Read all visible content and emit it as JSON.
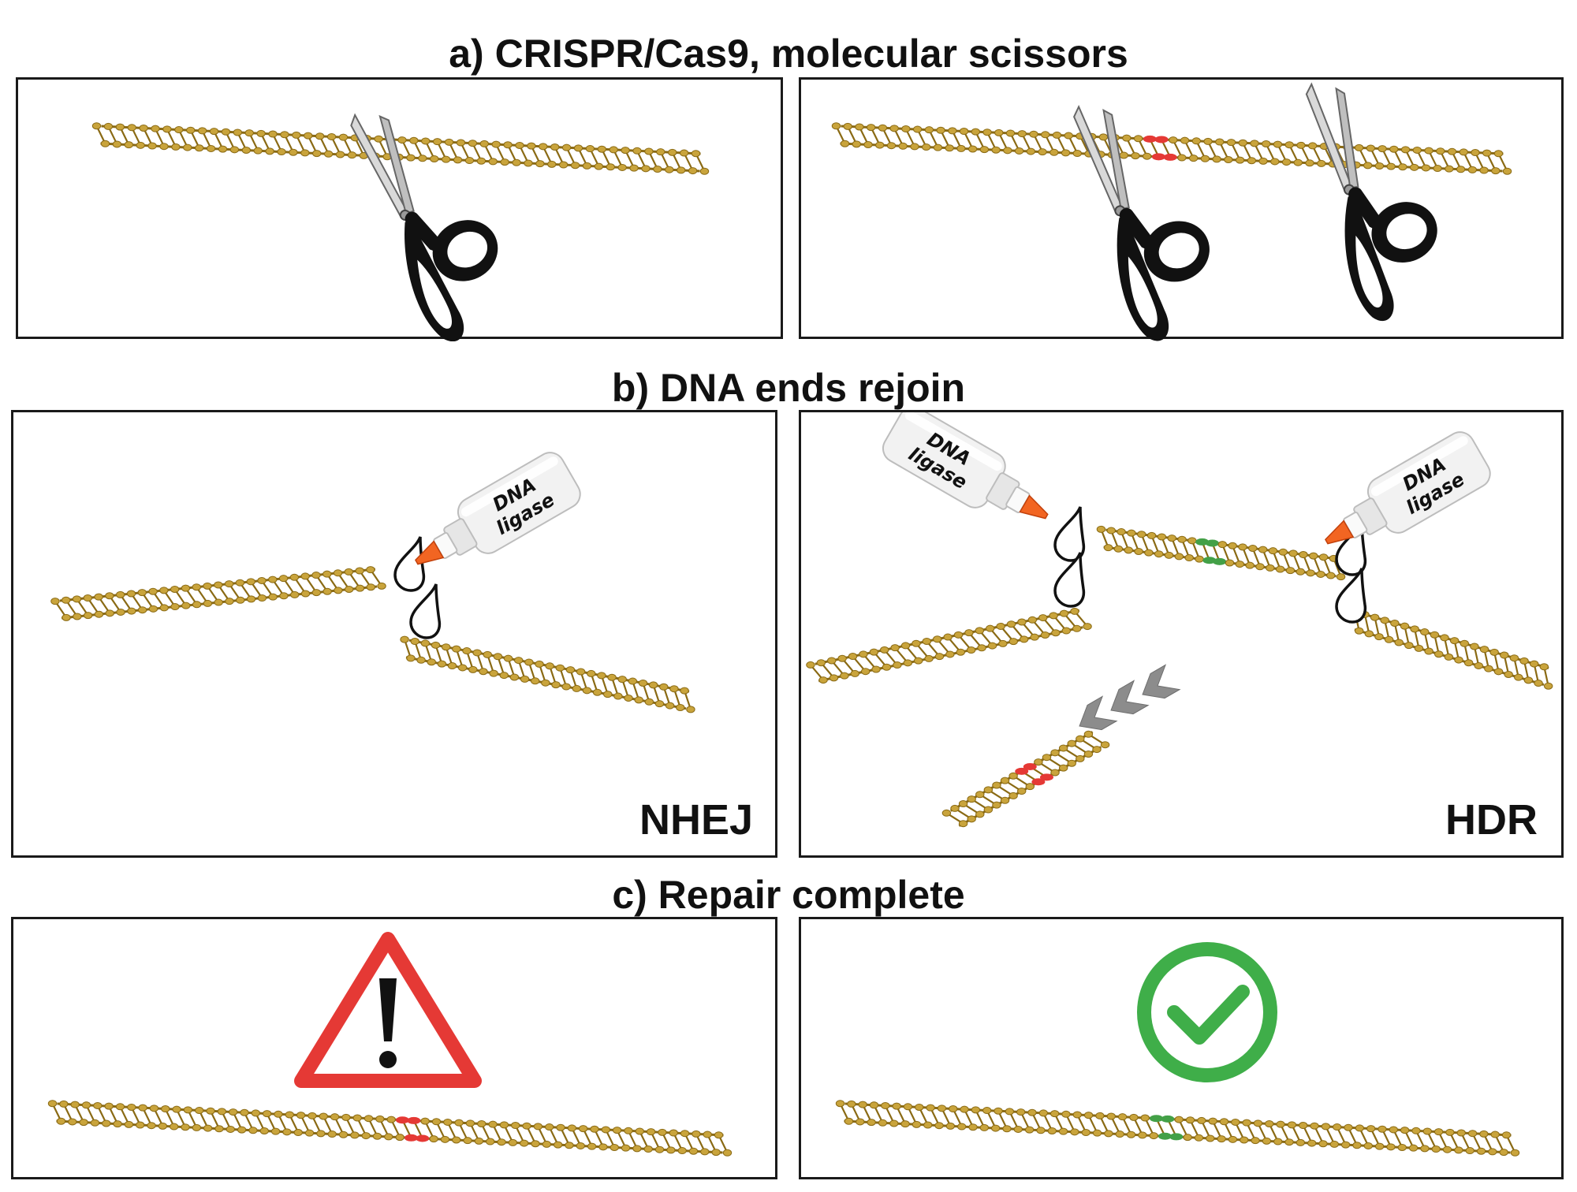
{
  "sections": [
    {
      "title": "a) CRISPR/Cas9, molecular scissors"
    },
    {
      "title": "b) DNA ends rejoin"
    },
    {
      "title": "c) Repair complete"
    }
  ],
  "panels": {
    "nhej_label": "NHEJ",
    "hdr_label": "HDR"
  },
  "bottle_label": [
    "DNA",
    "ligase"
  ],
  "icons": {
    "scissors": "scissors-icon",
    "glue_bottle": "glue-bottle-icon",
    "drop": "drop-icon",
    "warning": "warning-icon",
    "check": "check-circle-icon",
    "chevrons": "chevron-left-icon"
  },
  "colors": {
    "dna": "#c9a43c",
    "dna_dark": "#8a6a14",
    "mutation": "#e53935",
    "correct": "#43a047",
    "warning": "#e53935",
    "check": "#3fae49",
    "nozzle": "#f26522",
    "chevron": "#8c8c8c"
  }
}
